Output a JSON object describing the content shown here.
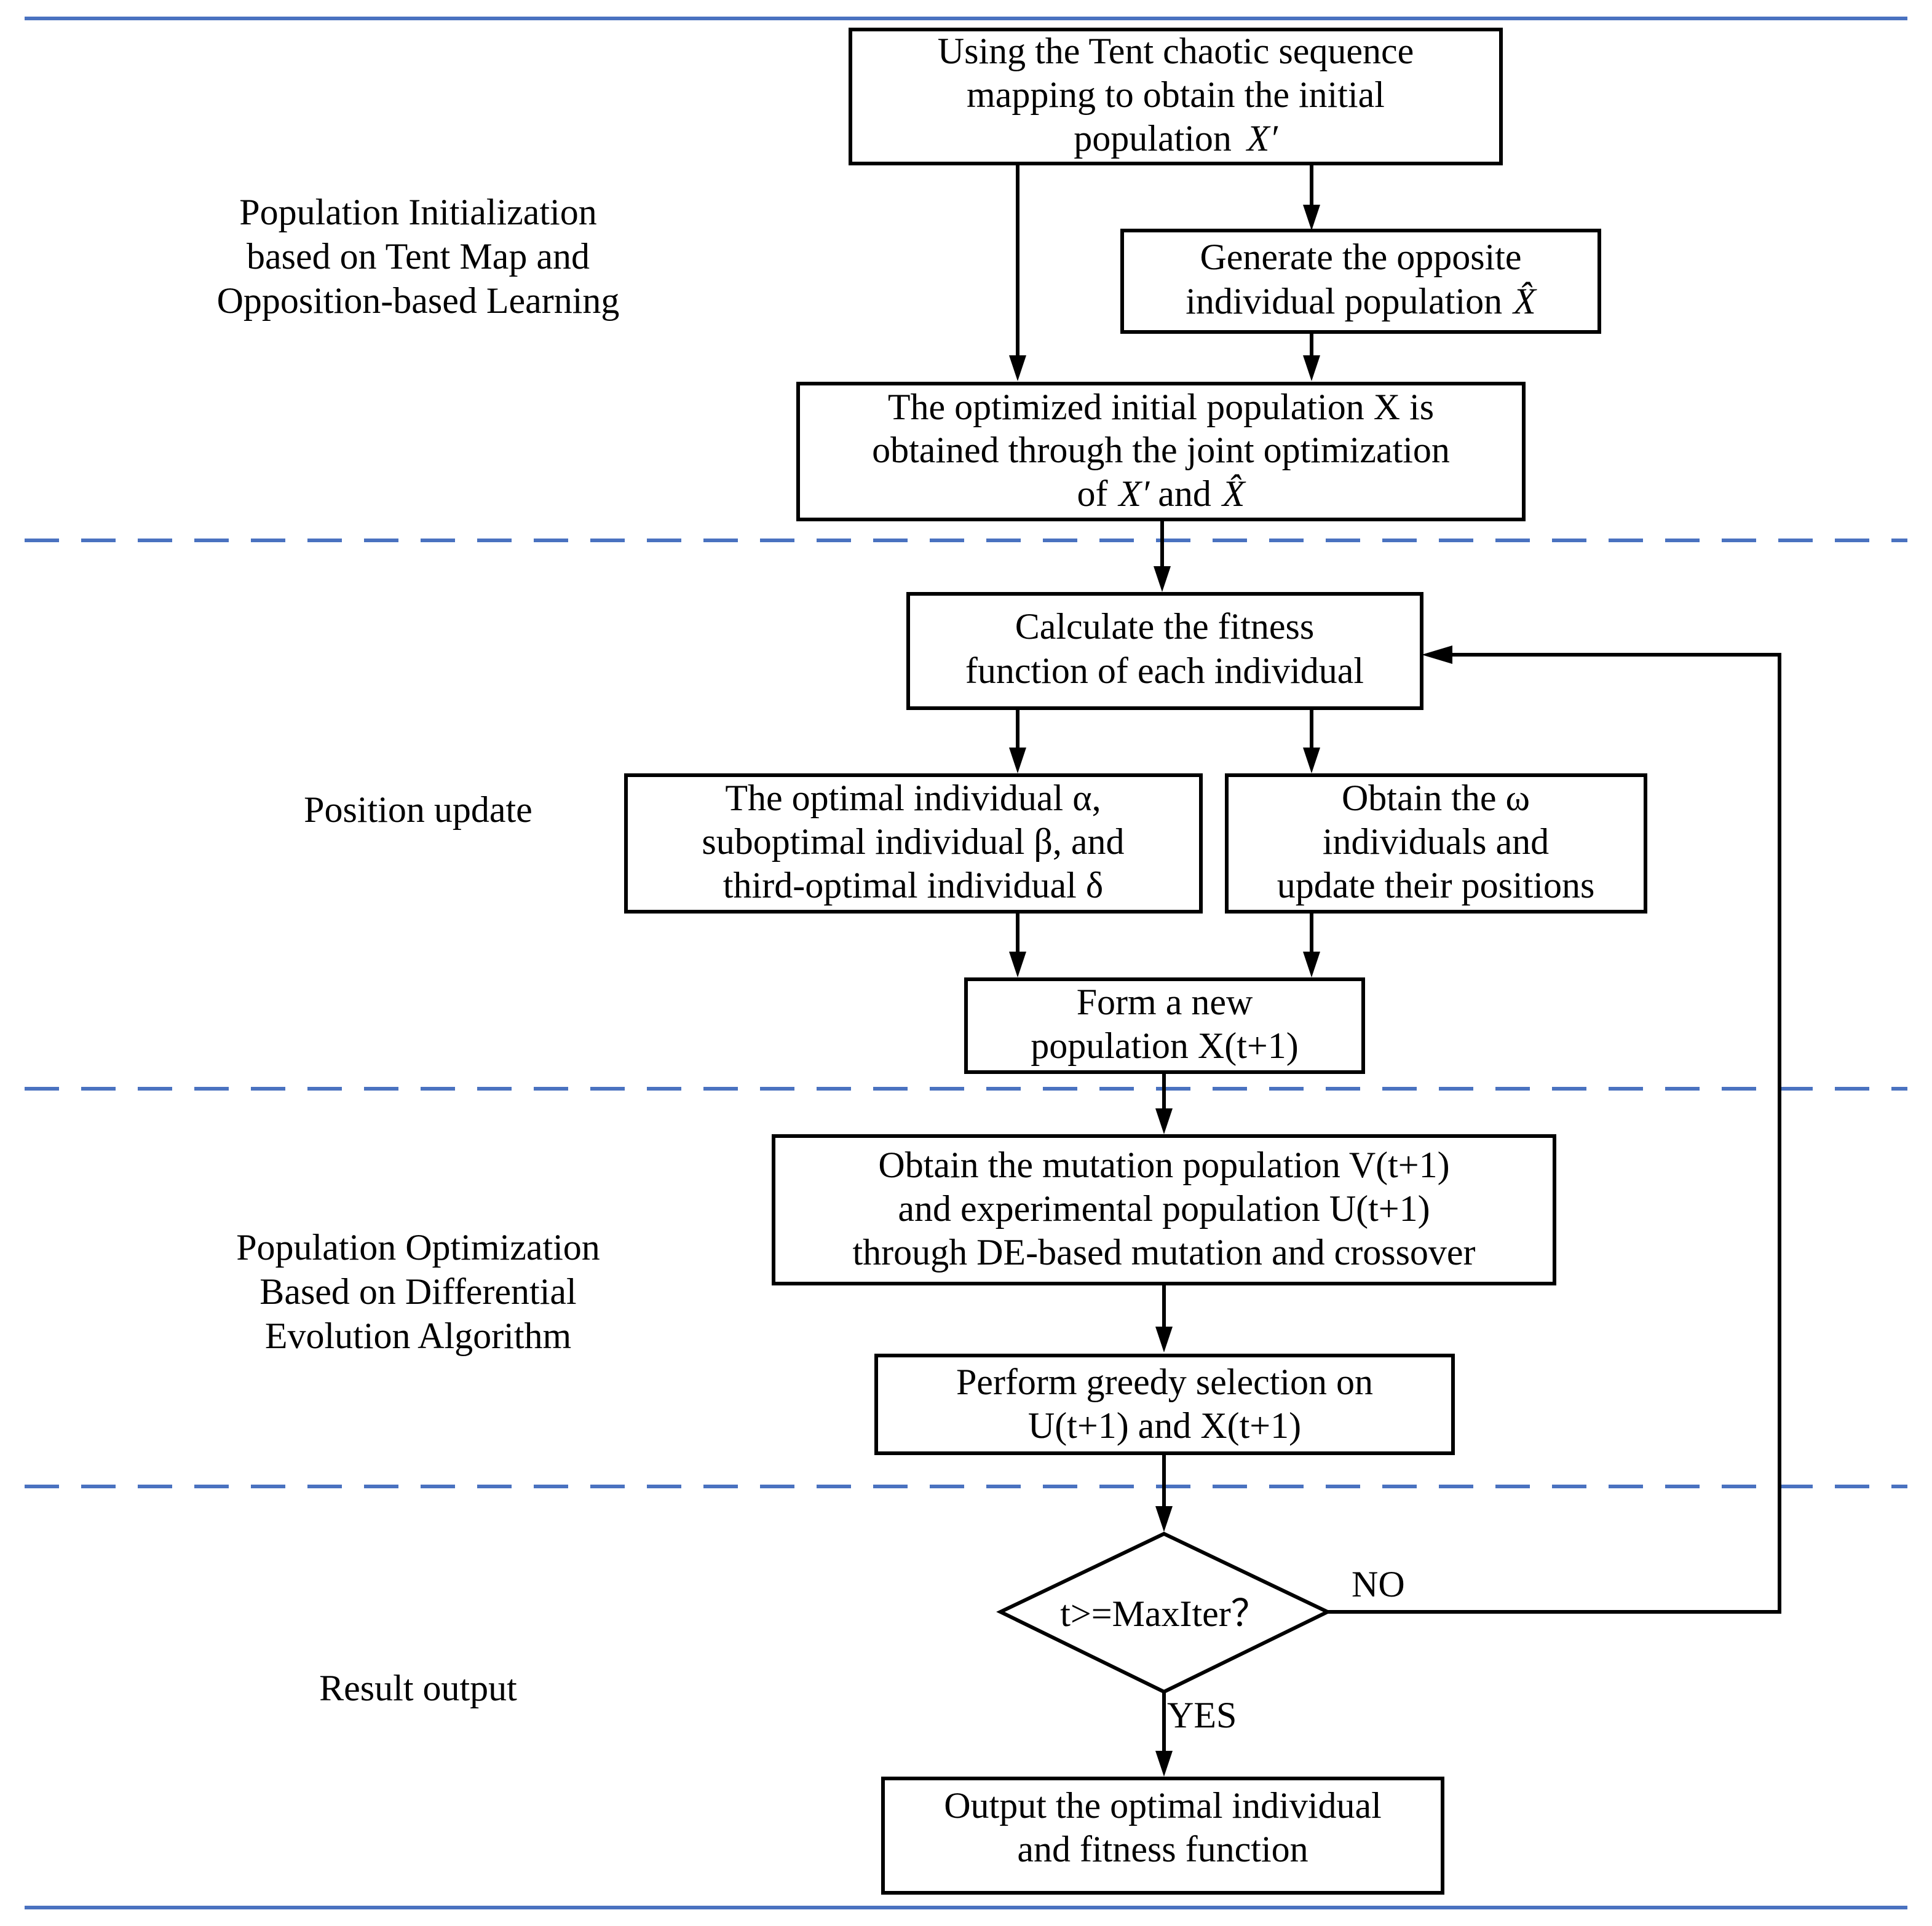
{
  "colors": {
    "separator": "#4a72c0",
    "stroke": "#000000",
    "background": "#ffffff"
  },
  "stages": {
    "init": {
      "lines": [
        "Population Initialization",
        "based on Tent Map and",
        "Opposition-based Learning"
      ]
    },
    "update": {
      "lines": [
        "Position update"
      ]
    },
    "optimize": {
      "lines": [
        "Population Optimization",
        "Based on Differential",
        "Evolution Algorithm"
      ]
    },
    "output": {
      "lines": [
        "Result output"
      ]
    }
  },
  "boxes": {
    "tent": {
      "line1": "Using the Tent chaotic sequence",
      "line2": "mapping to obtain the initial",
      "line3": "population",
      "sym": "X′"
    },
    "opposite": {
      "line1": "Generate the opposite",
      "line2": "individual population",
      "sym": "X̂"
    },
    "joint": {
      "line1": "The optimized initial population X is",
      "line2": "obtained through the joint optimization",
      "line3a": "of",
      "sym1": "X′",
      "and": "and",
      "sym2": "X̂"
    },
    "fitness": {
      "lines": [
        "Calculate the fitness",
        "function of each individual"
      ]
    },
    "optimal": {
      "lines": [
        "The optimal individual α,",
        "suboptimal individual β, and",
        "third-optimal individual δ"
      ]
    },
    "omega": {
      "lines": [
        "Obtain the ω",
        "individuals and",
        "update their positions"
      ]
    },
    "newpop": {
      "lines": [
        "Form a new",
        "population X(t+1)"
      ]
    },
    "mutation": {
      "lines": [
        "Obtain the mutation population V(t+1)",
        "and experimental population U(t+1)",
        "through DE-based mutation and crossover"
      ]
    },
    "greedy": {
      "lines": [
        "Perform greedy selection on",
        "U(t+1) and X(t+1)"
      ]
    },
    "decision": {
      "text": "t>=MaxIter？"
    },
    "result": {
      "lines": [
        "Output the optimal individual",
        "and fitness function"
      ]
    }
  },
  "branches": {
    "no": "NO",
    "yes": "YES"
  }
}
